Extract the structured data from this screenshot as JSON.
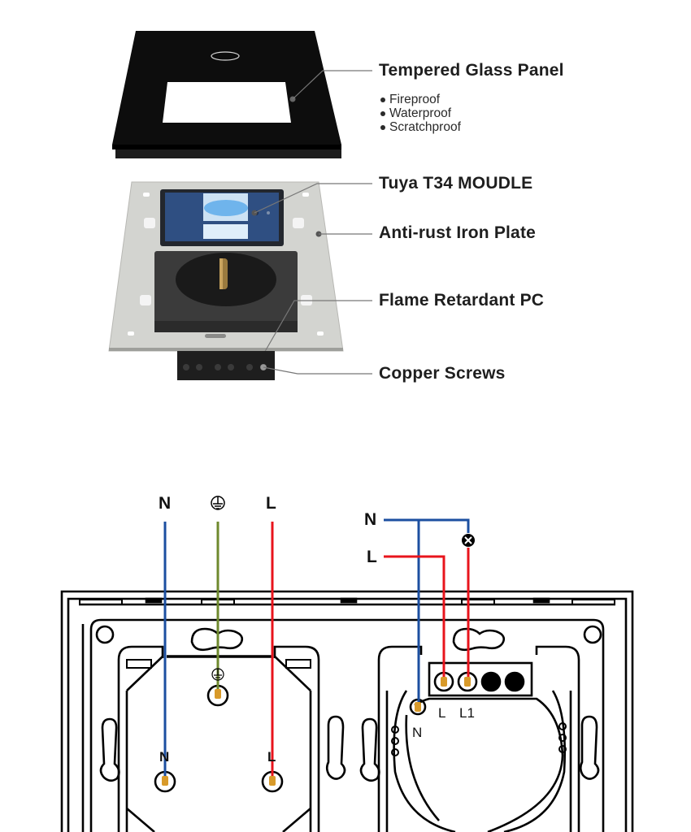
{
  "product": {
    "callouts": [
      {
        "id": "glass",
        "title": "Tempered Glass Panel",
        "bullets": [
          "Fireproof",
          "Waterproof",
          "Scratchproof"
        ]
      },
      {
        "id": "module",
        "title": "Tuya T34 MOUDLE"
      },
      {
        "id": "plate",
        "title": "Anti-rust Iron Plate"
      },
      {
        "id": "pc",
        "title": "Flame Retardant PC"
      },
      {
        "id": "screws",
        "title": "Copper Screws"
      }
    ]
  },
  "wiring": {
    "socket_inputs": {
      "neutral": "N",
      "earth_icon": "earth-ground-icon",
      "live": "L"
    },
    "socket_terminals": {
      "neutral": "N",
      "live": "L",
      "earth_icon": "earth-ground-icon"
    },
    "switch_inputs": {
      "neutral": "N",
      "live": "L",
      "lamp_icon": "lamp-icon"
    },
    "switch_terminals": {
      "neutral": "N",
      "live": "L",
      "load": "L1"
    },
    "colors": {
      "neutral": "#1c4fa0",
      "earth": "#6f8a2e",
      "live": "#e8141c",
      "terminal": "#d89a2a",
      "outline": "#000000"
    }
  }
}
